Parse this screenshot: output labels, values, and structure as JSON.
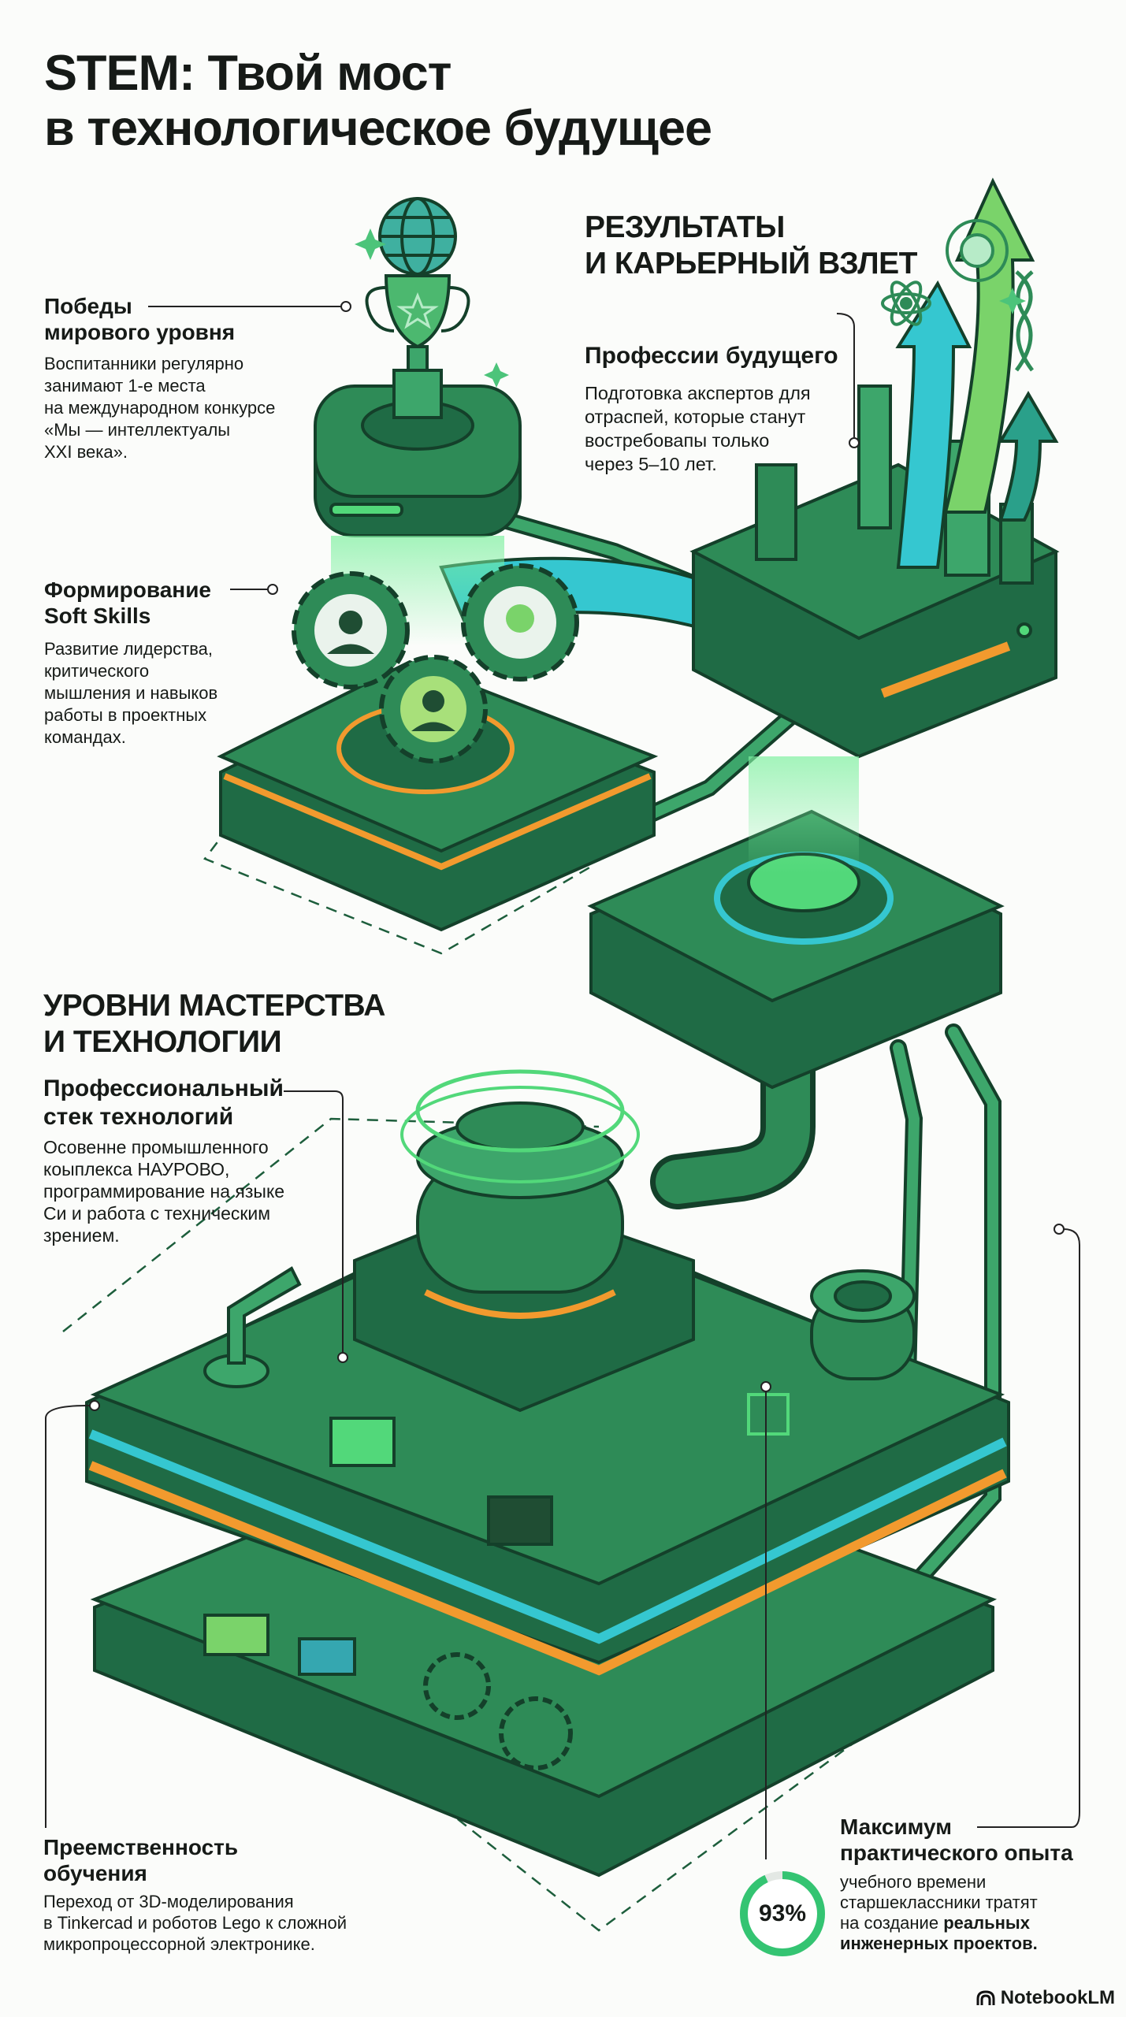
{
  "title": {
    "line1": "STEM: Твой мост",
    "line2": "в технологическое будущее"
  },
  "results": {
    "heading_line1": "РЕЗУЛЬТАТЫ",
    "heading_line2": "И КАРЬЕРНЫЙ ВЗЛЕТ",
    "professions": {
      "title": "Профессии будущего",
      "lines": [
        "Подготовка акспертов для",
        "отраспей, которые станут",
        "востребовапы только",
        "через 5–10 лет."
      ]
    }
  },
  "wins": {
    "title_line1": "Победы",
    "title_line2": "мирового уровня",
    "lines": [
      "Воспитанники регулярно",
      "занимают 1-е места",
      "на международном конкурсе",
      "«Мы — интеллектуалы",
      "XXI века»."
    ]
  },
  "soft_skills": {
    "title_line1": "Формирование",
    "title_line2": "Soft Skills",
    "lines": [
      "Развитие лидерства,",
      "критического",
      "мышления и навыков",
      "работы в проектных",
      "командах."
    ]
  },
  "mastery": {
    "heading_line1": "УРОВНИ МАСТЕРСТВА",
    "heading_line2": "И ТЕХНОЛОГИИ",
    "stack": {
      "title_line1": "Профессиональный",
      "title_line2": "стек технологий",
      "lines": [
        "Осовенне промышленного",
        "коыплекса НАУРОВО,",
        "программирование на языке",
        "Си и работа с техническим",
        "зрением."
      ]
    }
  },
  "continuity": {
    "title_line1": "Преемственность",
    "title_line2": "обучения",
    "lines": [
      "Переход от 3D-моделирования",
      "в Tinkercad и роботов Lego к сложной",
      "микропроцессорной электронике."
    ]
  },
  "practice": {
    "title_line1": "Максимум",
    "title_line2": "практического опыта",
    "percent_label": "93%",
    "percent_value": 93,
    "line1": "учебного времени",
    "line2": "старшеклассники тратят",
    "line3_plain": "на создание ",
    "line3_bold": "реальных",
    "line4_bold": "инженерных проектов."
  },
  "brand": {
    "name": "NotebookLM",
    "icon": "notebooklm-logo-icon"
  },
  "colors": {
    "dark_green": "#1d5e3c",
    "mid_green": "#2e8b57",
    "bright_green": "#52d87a",
    "cyan": "#35c7d0",
    "orange": "#f29a2e",
    "ring": "#34c472",
    "ring_track": "#e3e8e4"
  }
}
